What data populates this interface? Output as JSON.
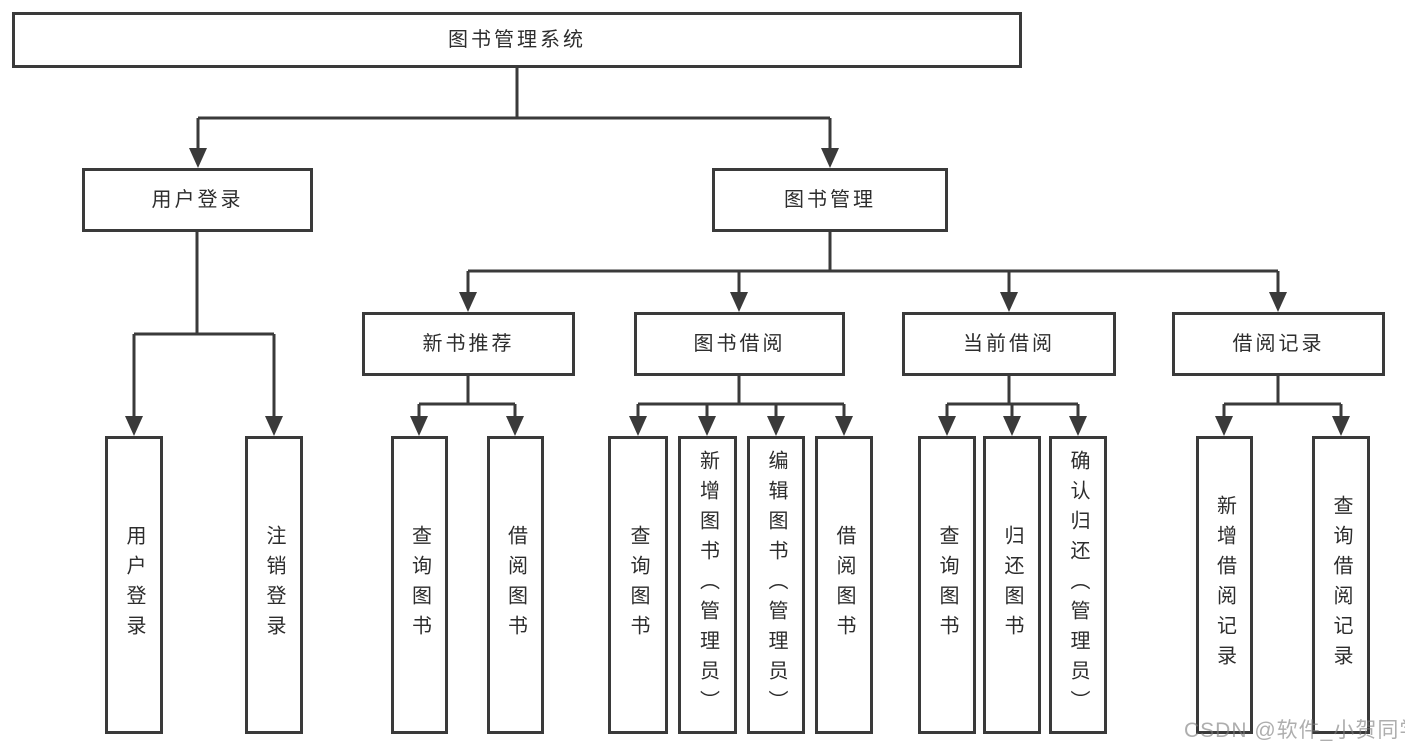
{
  "diagram_title": "图书管理系统",
  "tree": {
    "root": {
      "label": "图书管理系统"
    },
    "user_login": {
      "label": "用户登录",
      "children": [
        {
          "label": "用户登录"
        },
        {
          "label": "注销登录"
        }
      ]
    },
    "book_mgmt": {
      "label": "图书管理",
      "children": [
        {
          "label": "新书推荐",
          "children": [
            {
              "label": "查询图书"
            },
            {
              "label": "借阅图书"
            }
          ]
        },
        {
          "label": "图书借阅",
          "children": [
            {
              "label": "查询图书"
            },
            {
              "label": "新增图书（管理员）"
            },
            {
              "label": "编辑图书（管理员）"
            },
            {
              "label": "借阅图书"
            }
          ]
        },
        {
          "label": "当前借阅",
          "children": [
            {
              "label": "查询图书"
            },
            {
              "label": "归还图书"
            },
            {
              "label": "确认归还（管理员）"
            }
          ]
        },
        {
          "label": "借阅记录",
          "children": [
            {
              "label": "新增借阅记录"
            },
            {
              "label": "查询借阅记录"
            }
          ]
        }
      ]
    }
  },
  "colors": {
    "line": "#3a3a3a",
    "text": "#2d2d2d",
    "background": "#ffffff",
    "watermark_gray": "#7d7d7d"
  },
  "watermark": "CSDN @软件_小贺同学"
}
